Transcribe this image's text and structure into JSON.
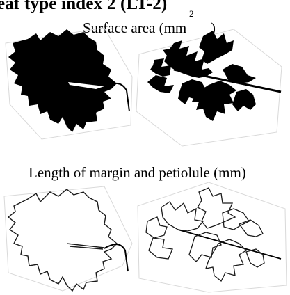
{
  "figure": {
    "title": "eaf type index 2 (LT-2)",
    "surface_label": "Surface area (mm",
    "surface_superscript": "2",
    "surface_label_close": ")",
    "margin_label": "Length of margin and petiolule (mm)"
  },
  "colors": {
    "leaf_fill": "#000000",
    "outline": "#1a1a1a",
    "panel_edge": "#d9d9d9"
  }
}
